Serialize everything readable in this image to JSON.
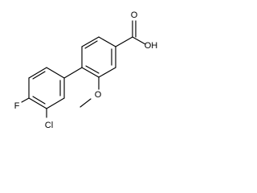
{
  "molecule": {
    "atom_labels": {
      "carboxyl_oh": "OH",
      "carboxyl_o": "O",
      "methoxy_o": "O",
      "fluorine": "F",
      "chlorine": "Cl"
    }
  }
}
